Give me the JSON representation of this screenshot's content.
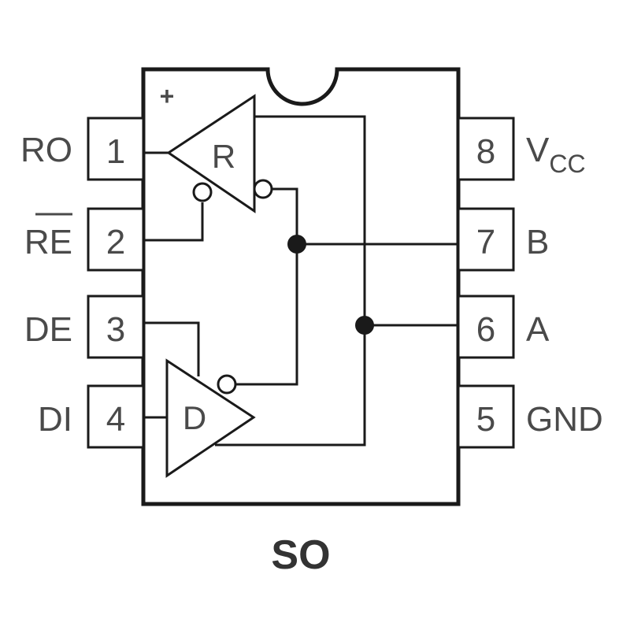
{
  "package": {
    "caption": "SO",
    "pin1_marker": "+"
  },
  "pins": {
    "left": [
      {
        "number": "1",
        "label": "RO"
      },
      {
        "number": "2",
        "label": "RE"
      },
      {
        "number": "3",
        "label": "DE"
      },
      {
        "number": "4",
        "label": "DI"
      }
    ],
    "right": [
      {
        "number": "8",
        "label": "V",
        "label_sub": "CC"
      },
      {
        "number": "7",
        "label": "B"
      },
      {
        "number": "6",
        "label": "A"
      },
      {
        "number": "5",
        "label": "GND"
      }
    ]
  },
  "blocks": {
    "receiver_label": "R",
    "driver_label": "D"
  },
  "colors": {
    "stroke": "#1a1a1a",
    "text": "#4a4a4a"
  }
}
